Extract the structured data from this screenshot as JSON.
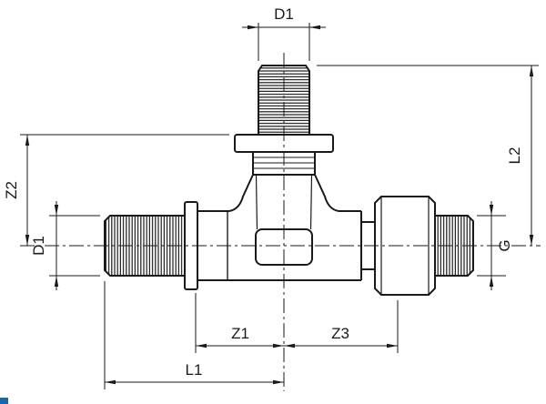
{
  "drawing": {
    "type": "technical-dimension-drawing",
    "subject": "tee pipe fitting with threaded outlets"
  },
  "labels": {
    "d1_top": "D1",
    "z2": "Z2",
    "d1_left": "D1",
    "l2": "L2",
    "g": "G",
    "z1": "Z1",
    "z3": "Z3",
    "l1": "L1"
  },
  "colors": {
    "line": "#1a1a1a",
    "background": "#ffffff",
    "logo": "#1a66ad"
  }
}
